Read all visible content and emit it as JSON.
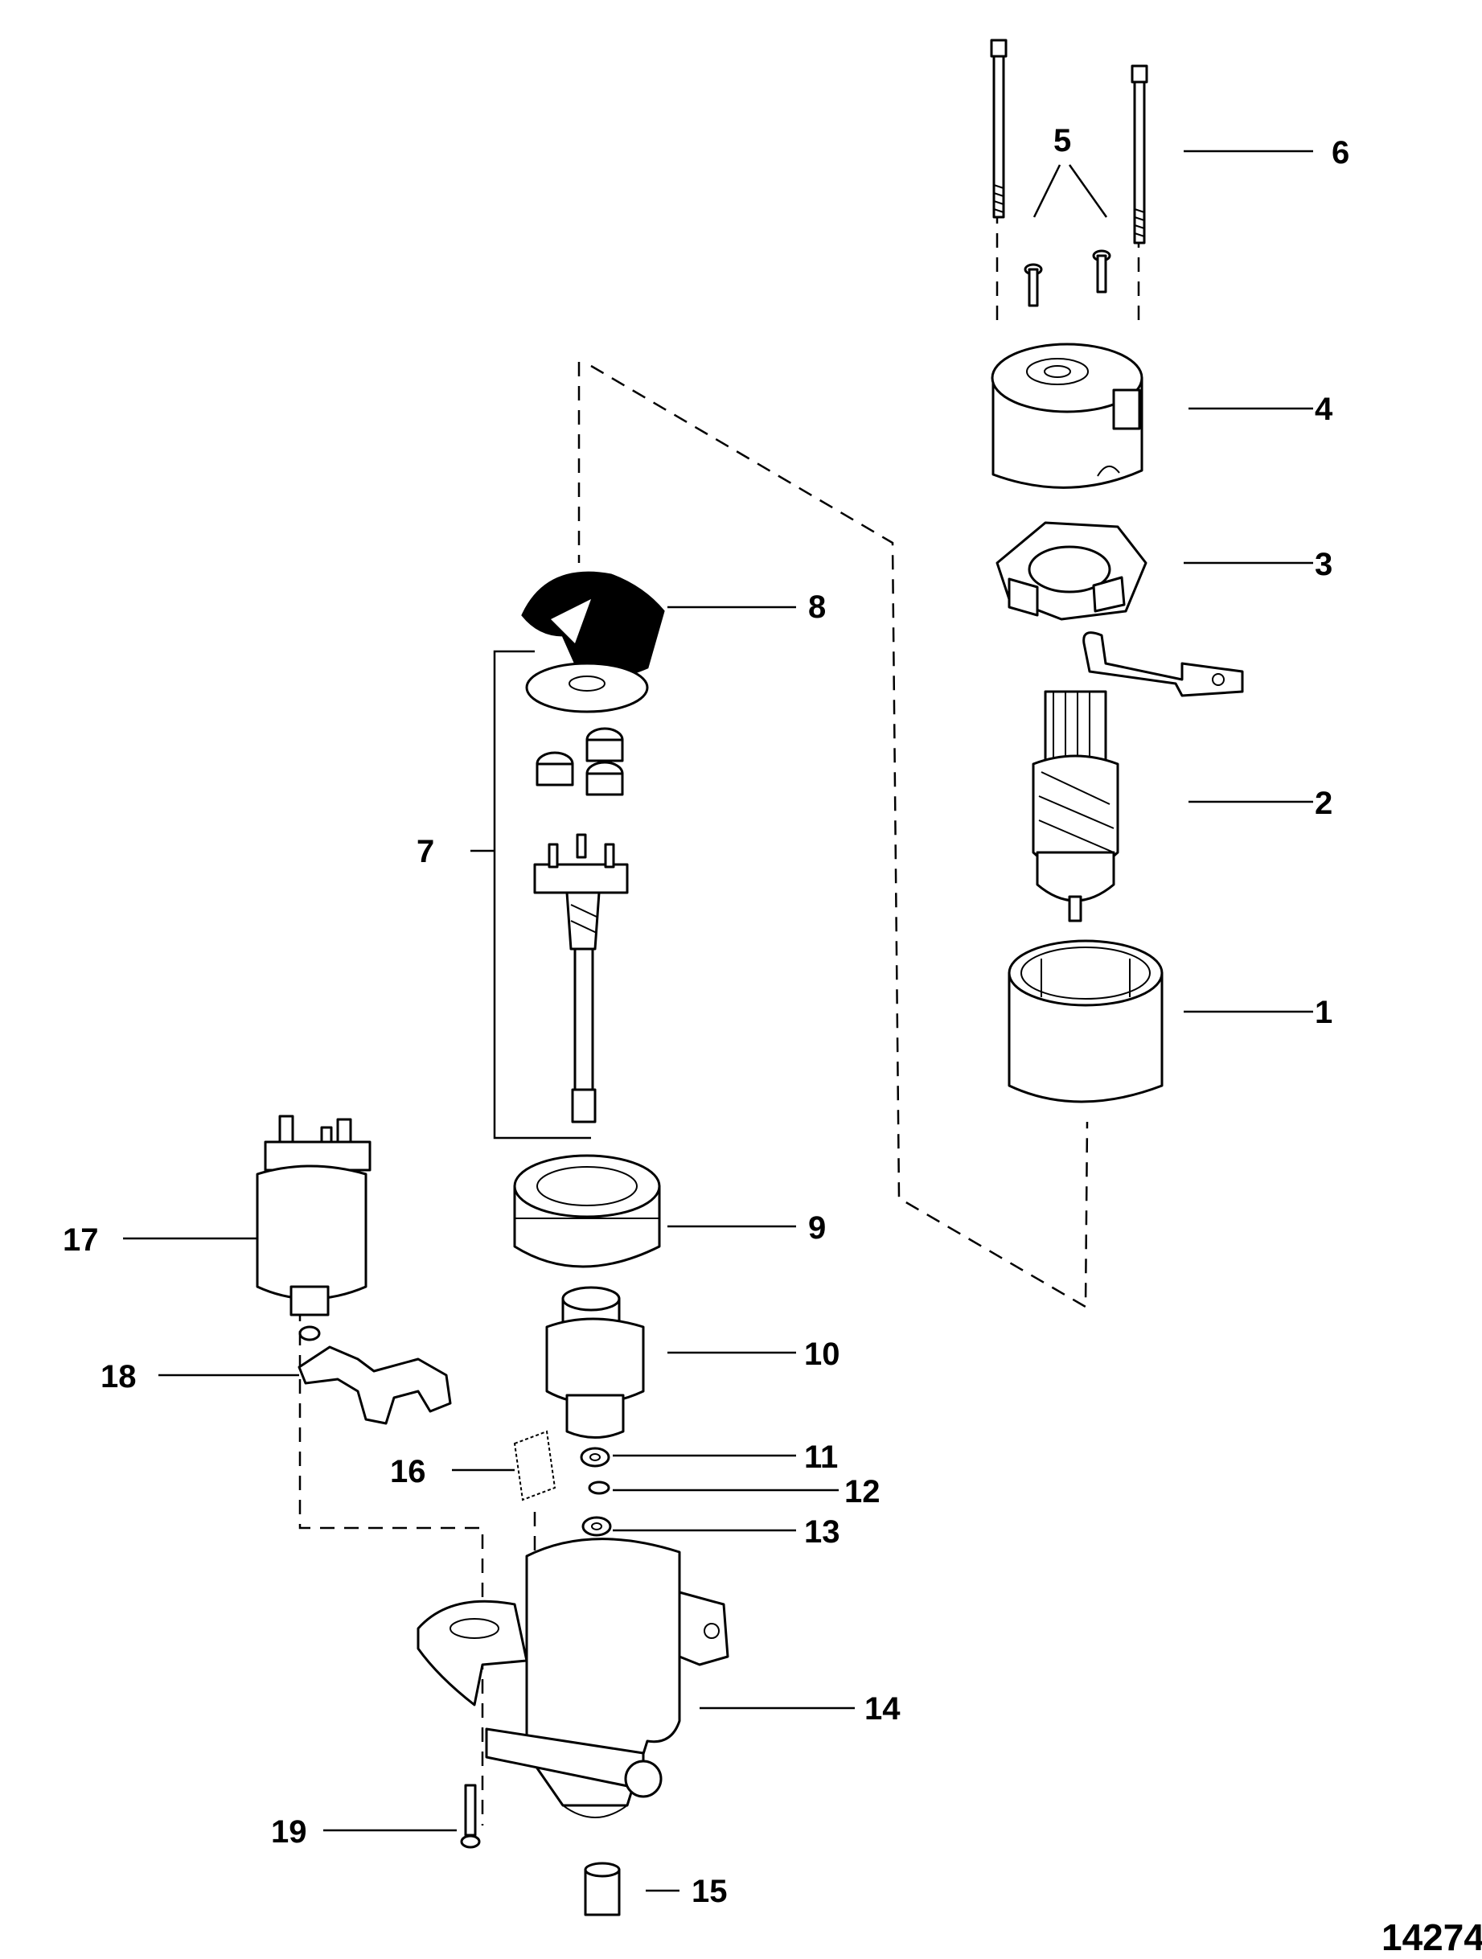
{
  "diagram": {
    "figure_number": "14274",
    "callouts": [
      {
        "id": "c1",
        "label": "1"
      },
      {
        "id": "c2",
        "label": "2"
      },
      {
        "id": "c3",
        "label": "3"
      },
      {
        "id": "c4",
        "label": "4"
      },
      {
        "id": "c5",
        "label": "5"
      },
      {
        "id": "c6",
        "label": "6"
      },
      {
        "id": "c7",
        "label": "7"
      },
      {
        "id": "c8",
        "label": "8"
      },
      {
        "id": "c9",
        "label": "9"
      },
      {
        "id": "c10",
        "label": "10"
      },
      {
        "id": "c11",
        "label": "11"
      },
      {
        "id": "c12",
        "label": "12"
      },
      {
        "id": "c13",
        "label": "13"
      },
      {
        "id": "c14",
        "label": "14"
      },
      {
        "id": "c15",
        "label": "15"
      },
      {
        "id": "c16",
        "label": "16"
      },
      {
        "id": "c17",
        "label": "17"
      },
      {
        "id": "c18",
        "label": "18"
      },
      {
        "id": "c19",
        "label": "19"
      }
    ]
  }
}
